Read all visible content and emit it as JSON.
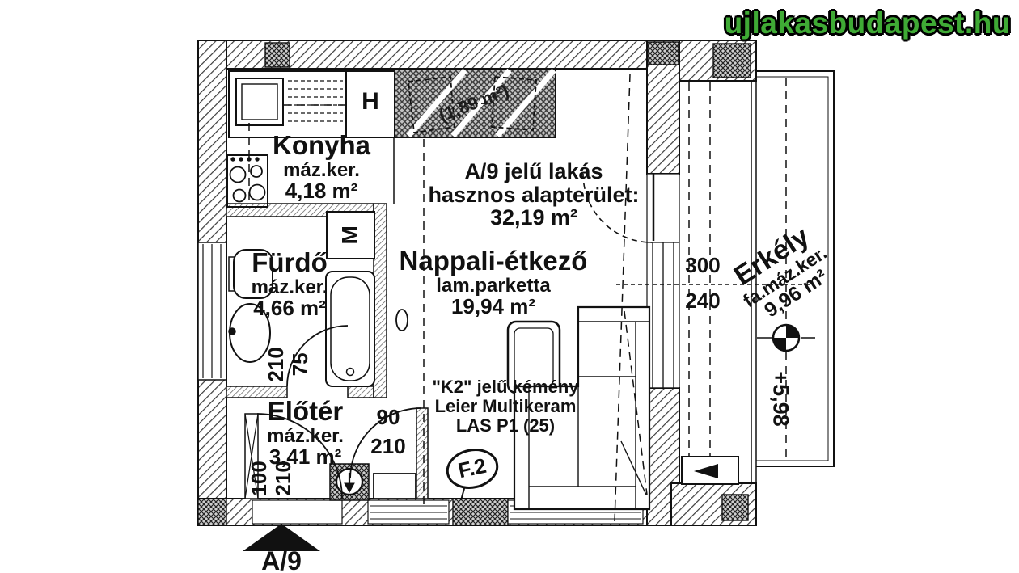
{
  "site": {
    "logo_text": "ujlakasbudapest.hu",
    "logo_color": "#3faa35"
  },
  "headline": {
    "line1": "A/9 jelű lakás",
    "line2": "hasznos alapterület:",
    "area": "32,19 m²"
  },
  "rooms": {
    "konyha": {
      "name": "Konyha",
      "finish": "máz.ker.",
      "area": "4,18 m²"
    },
    "furdo": {
      "name": "Fürdő",
      "finish": "máz.ker.",
      "area": "4,66 m²"
    },
    "nappali": {
      "name": "Nappali-étkező",
      "finish": "lam.parketta",
      "area": "19,94 m²"
    },
    "eloter": {
      "name": "Előtér",
      "finish": "máz.ker.",
      "area": "3,41 m²"
    },
    "erkely": {
      "name": "Erkély",
      "finish": "fa.máz.ker.",
      "area": "9,96 m²"
    }
  },
  "chimney_note": {
    "line1": "\"K2\" jelű kémény",
    "line2": "Leier Multikeram",
    "line3": "LAS P1 (25)"
  },
  "labels": {
    "fridge": "H",
    "washer": "M",
    "flue": "F.2",
    "unit": "A/9",
    "elevation": "+5,98",
    "shaft_area": "(1,89 m²)"
  },
  "dimensions": {
    "balcony_opening": {
      "a": "300",
      "b": "240"
    },
    "eloter_door": {
      "a": "90",
      "b": "210"
    },
    "entry_door": {
      "a": "100",
      "b": "210"
    },
    "bath_door": {
      "a": "210",
      "b": "75"
    }
  },
  "colors": {
    "line": "#111111",
    "logo_green": "#3faa35"
  }
}
